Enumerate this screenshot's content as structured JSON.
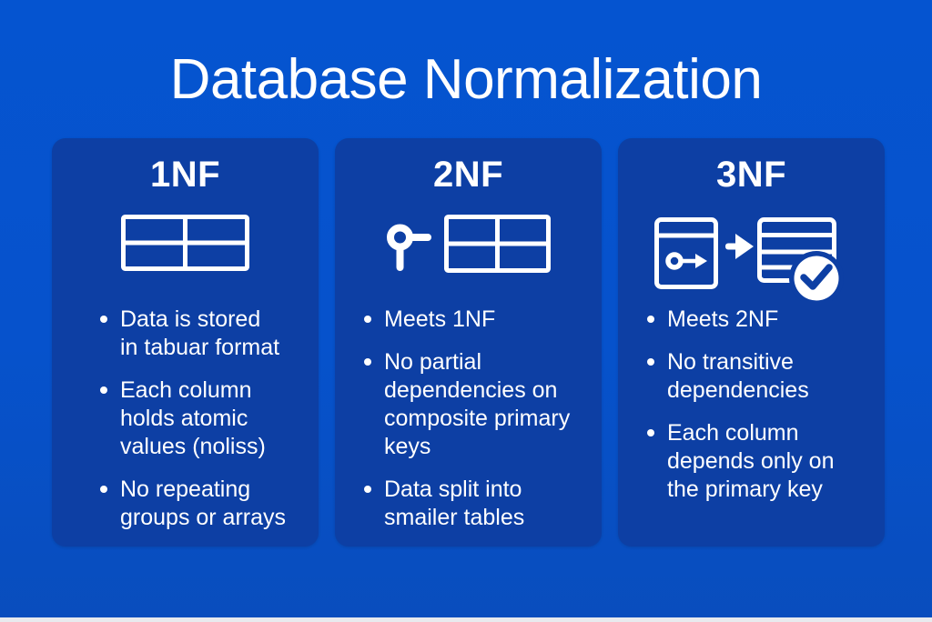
{
  "title": "Database Normalization",
  "colors": {
    "background": "#0652cc",
    "card": "#0d3fa4",
    "text": "#ffffff",
    "edge_strip": "#e8eaee"
  },
  "cards": [
    {
      "heading": "1NF",
      "icon": "table-grid-icon",
      "bullets": [
        "Data is stored\nin tabuar format",
        "Each column\nholds atomic\nvalues (noliss)",
        "No repeating\ngroups or arrays"
      ]
    },
    {
      "heading": "2NF",
      "icon": "key-and-table-icon",
      "bullets": [
        "Meets 1NF",
        "No partial\ndependencies on\ncomposite primary\nkeys",
        "Data split into\nsmailer tables"
      ]
    },
    {
      "heading": "3NF",
      "icon": "key-table-arrow-check-icon",
      "bullets": [
        "Meets 2NF",
        "No transitive\ndependencies",
        "Each column\ndepends only on\nthe primary key"
      ]
    }
  ]
}
